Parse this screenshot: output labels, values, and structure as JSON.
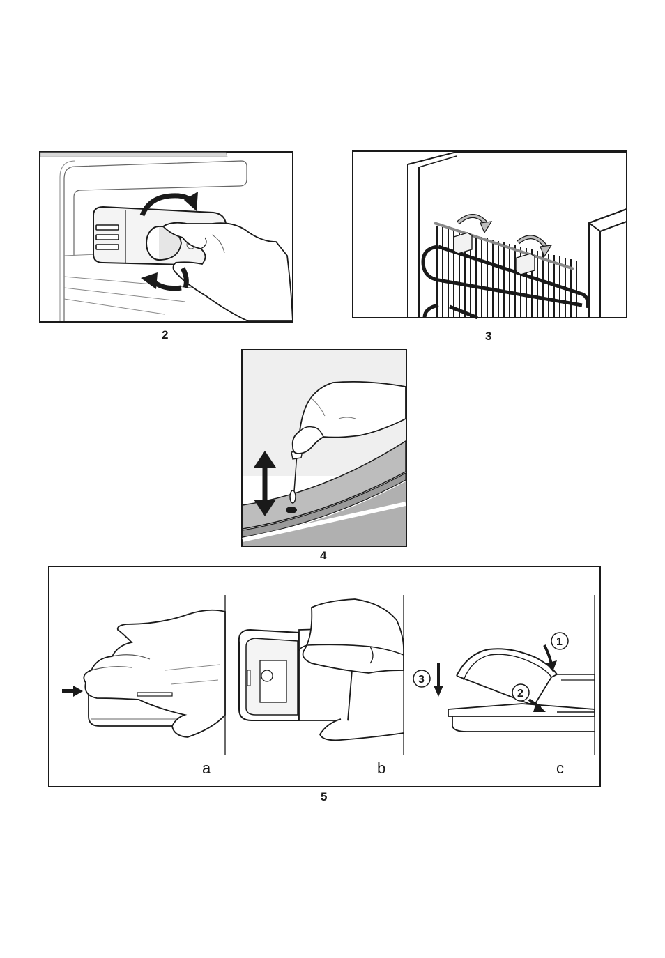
{
  "figures": {
    "fig2": {
      "caption": "2"
    },
    "fig3": {
      "caption": "3"
    },
    "fig4": {
      "caption": "4"
    },
    "fig5": {
      "caption": "5",
      "panel_labels": [
        "a",
        "b",
        "c"
      ],
      "step_numbers": [
        "1",
        "2",
        "3"
      ]
    }
  }
}
